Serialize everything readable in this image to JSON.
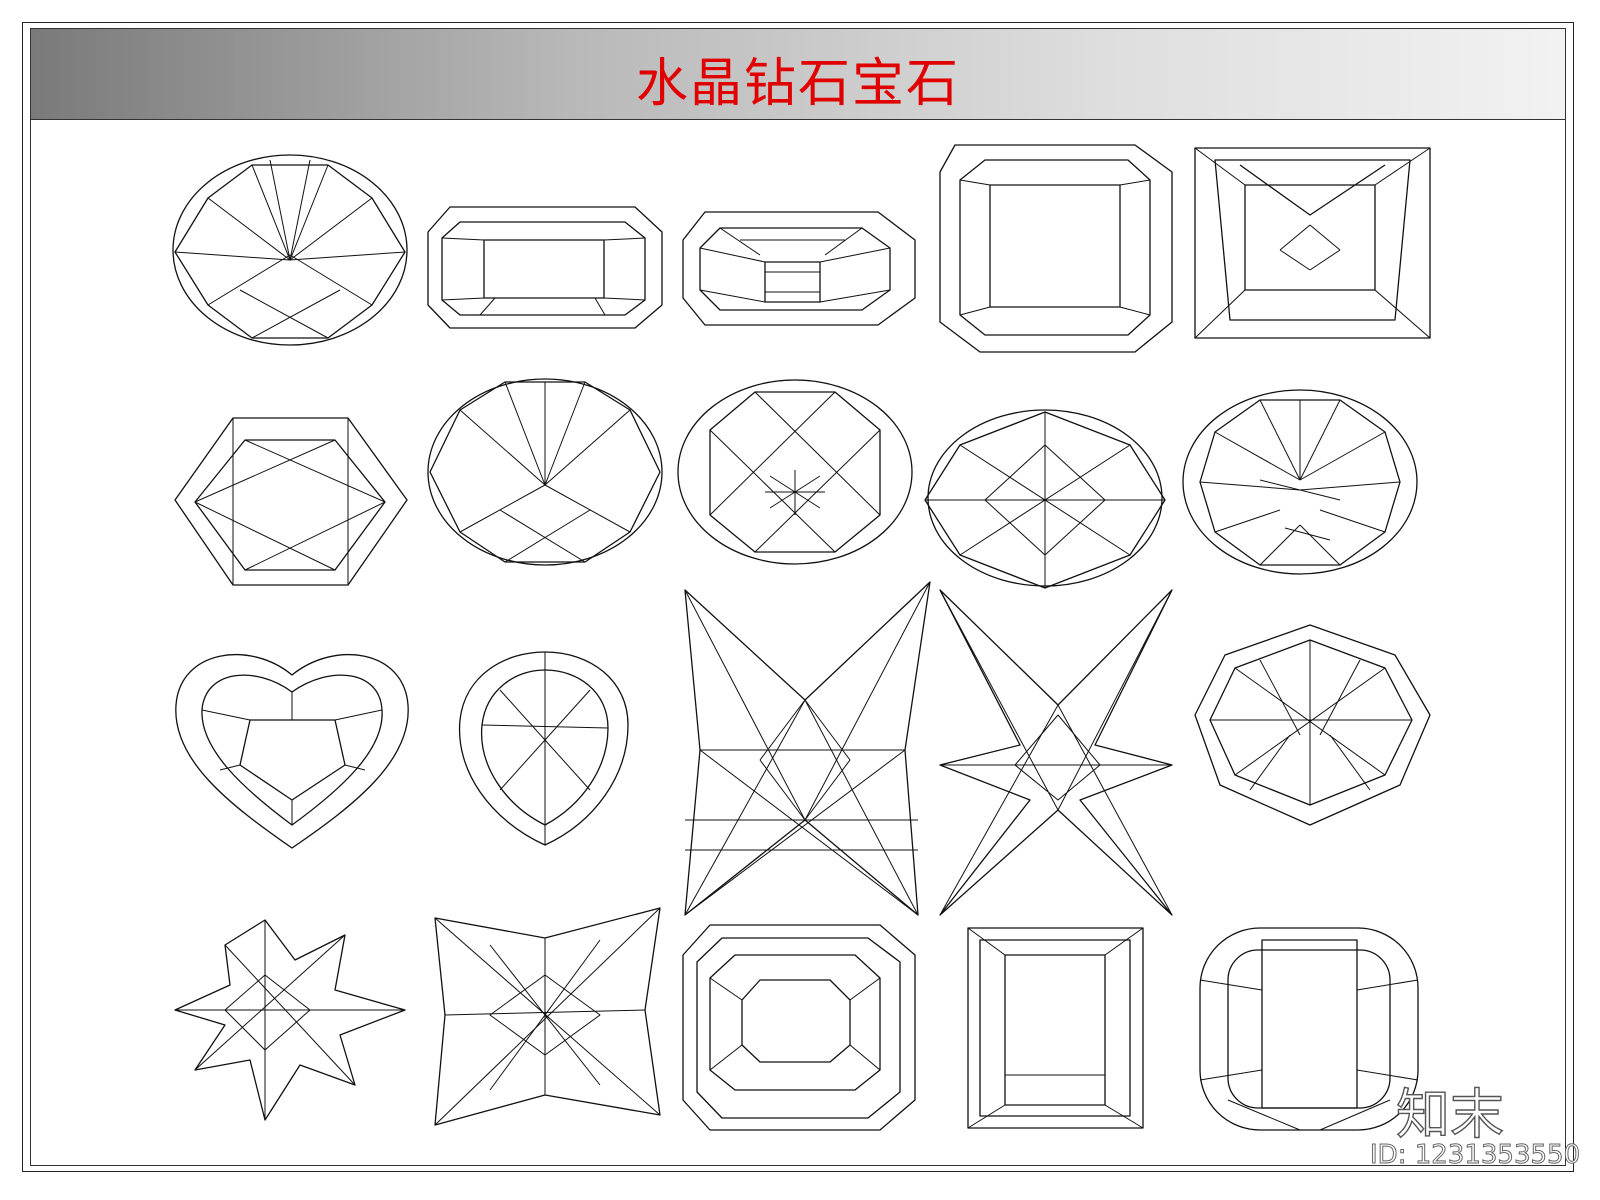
{
  "header": {
    "title": "水晶钻石宝石"
  },
  "watermark": {
    "brand": "知末",
    "id_text": "ID: 1231353550"
  },
  "colors": {
    "title": "#e00000",
    "lines": "#111111"
  }
}
